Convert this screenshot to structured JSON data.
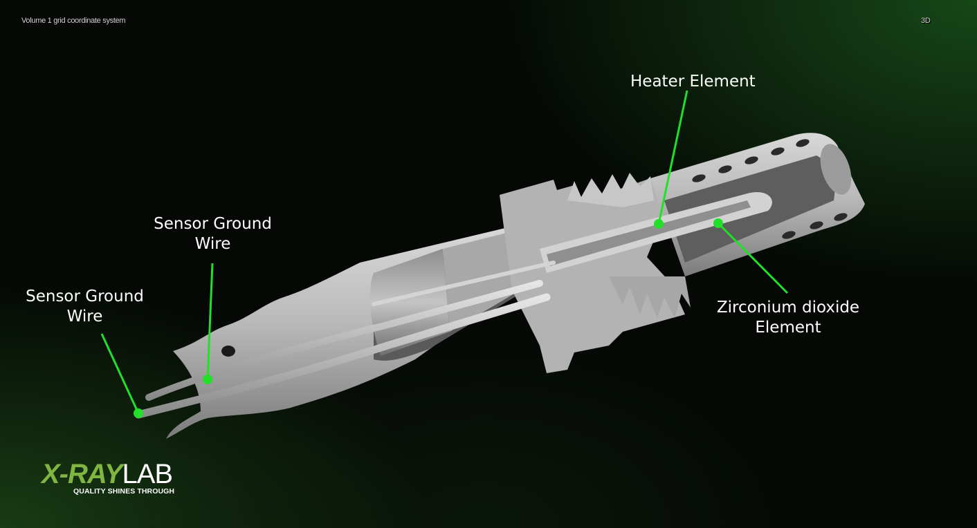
{
  "viewport": {
    "volume_title": "Volume 1 grid coordinate system",
    "view_mode": "3D"
  },
  "callouts": {
    "heater": "Heater Element",
    "ground_1_line1": "Sensor Ground",
    "ground_1_line2": "Wire",
    "ground_2_line1": "Sensor Ground",
    "ground_2_line2": "Wire",
    "zirconium_line1": "Zirconium dioxide",
    "zirconium_line2": "Element"
  },
  "logo": {
    "brand_accent": "X-RAY",
    "brand_rest": "LAB",
    "tagline": "QUALITY SHINES THROUGH"
  },
  "colors": {
    "callout_line": "#22e02a",
    "callout_dot": "#22e02a",
    "logo_accent": "#7fb540",
    "object_gray": "#b4b4b4"
  }
}
